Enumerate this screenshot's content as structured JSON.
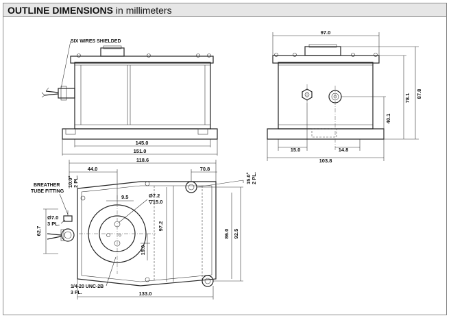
{
  "header": {
    "title_bold": "OUTLINE DIMENSIONS",
    "title_rest": "in millimeters"
  },
  "front_view": {
    "wire_label": "SIX WIRES SHIELDED",
    "dim_inner_length": "145.0",
    "dim_total_length": "151.0"
  },
  "side_view": {
    "dim_top_width": "97.0",
    "dim_total_height": "87.8",
    "dim_body_height": "78.1",
    "dim_fitting_height": "40.1",
    "dim_left_offset": "15.0",
    "dim_right_offset": "14.8",
    "dim_base_width": "103.8"
  },
  "bottom_view": {
    "breather_label_line1": "BREATHER",
    "breather_label_line2": "TUBE FITTING",
    "dim_total_width": "118.6",
    "dim_center_offset": "44.0",
    "dim_hole_offset": "70.8",
    "dim_angle_left": "10.0°",
    "dim_angle_left_pl": "2 PL.",
    "dim_angle_right": "15.0°",
    "dim_angle_right_pl": "2 PL.",
    "dim_small_offset": "9.5",
    "dim_bore_dia": "Ø7.2",
    "dim_bore_depth": "▽15.0",
    "dim_hole_dia": "Ø7.0",
    "dim_hole_pl": "3 PL.",
    "dim_left_height": "62.7",
    "dim_center_height": "97.2",
    "dim_small_height": "19.0",
    "dim_height_86": "86.0",
    "dim_height_92": "92.5",
    "thread_label": "1/4-20 UNC-2B",
    "thread_pl": "3 PL.",
    "dim_base_length": "133.0"
  }
}
